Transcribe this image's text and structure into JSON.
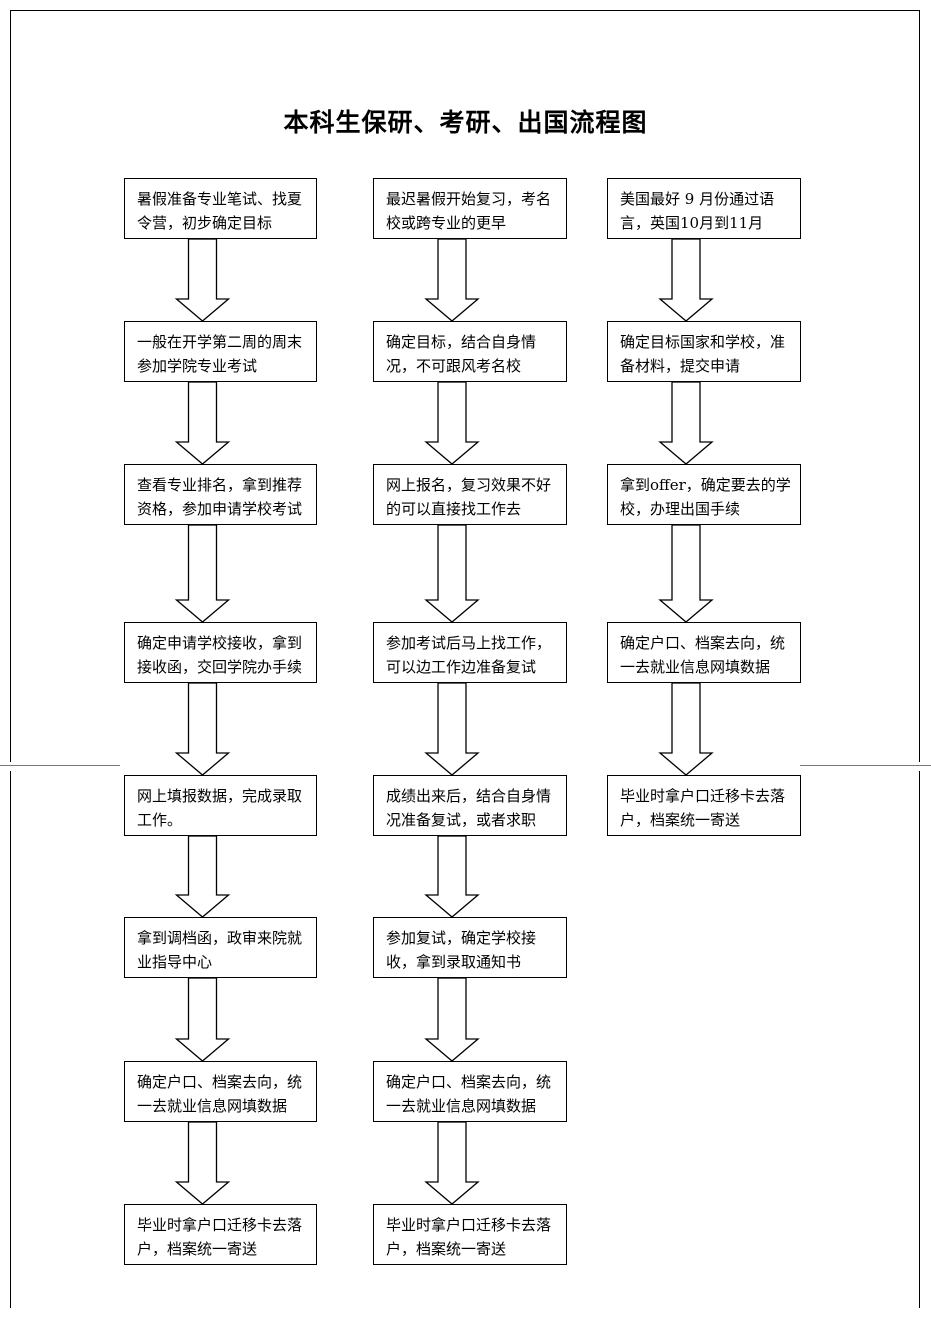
{
  "title": "本科生保研、考研、出国流程图",
  "columns": [
    {
      "steps": [
        "暑假准备专业笔试、找夏令营，初步确定目标",
        "一般在开学第二周的周末参加学院专业考试",
        "查看专业排名，拿到推荐资格，参加申请学校考试",
        "确定申请学校接收，拿到接收函，交回学院办手续",
        "网上填报数据，完成录取工作。",
        "拿到调档函，政审来院就业指导中心",
        "确定户口、档案去向，统一去就业信息网填数据",
        "毕业时拿户口迁移卡去落户，档案统一寄送"
      ]
    },
    {
      "steps": [
        "最迟暑假开始复习，考名校或跨专业的更早",
        "确定目标，结合自身情况，不可跟风考名校",
        "网上报名，复习效果不好的可以直接找工作去",
        "参加考试后马上找工作，可以边工作边准备复试",
        "成绩出来后，结合自身情况准备复试，或者求职",
        "参加复试，确定学校接收，拿到录取通知书",
        "确定户口、档案去向，统一去就业信息网填数据",
        "毕业时拿户口迁移卡去落户，档案统一寄送"
      ]
    },
    {
      "steps": [
        "美国最好 9 月份通过语言，英国10月到11月",
        "确定目标国家和学校，准备材料，提交申请",
        "拿到offer，确定要去的学校，办理出国手续",
        "确定户口、档案去向，统一去就业信息网填数据",
        "毕业时拿户口迁移卡去落户，档案统一寄送"
      ]
    }
  ]
}
